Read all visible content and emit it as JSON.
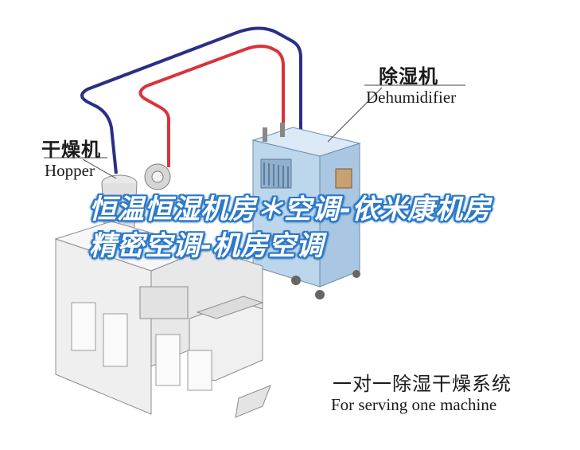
{
  "labels": {
    "dehumidifier_cn": "除湿机",
    "dehumidifier_en": "Dehumidifier",
    "hopper_cn": "干燥机",
    "hopper_en": "Hopper",
    "system_cn": "一对一除湿干燥系统",
    "system_en": "For serving one machine"
  },
  "overlay": {
    "title": "恒温恒湿机房＊空调-依米康机房精密空调-机房空调"
  },
  "colors": {
    "overlay_text": "#ffffff",
    "overlay_outline": "#2b78c8",
    "dehumidifier_body": "#cfe3f3",
    "pipe_red": "#d9333b",
    "pipe_blue": "#2a2f86"
  }
}
